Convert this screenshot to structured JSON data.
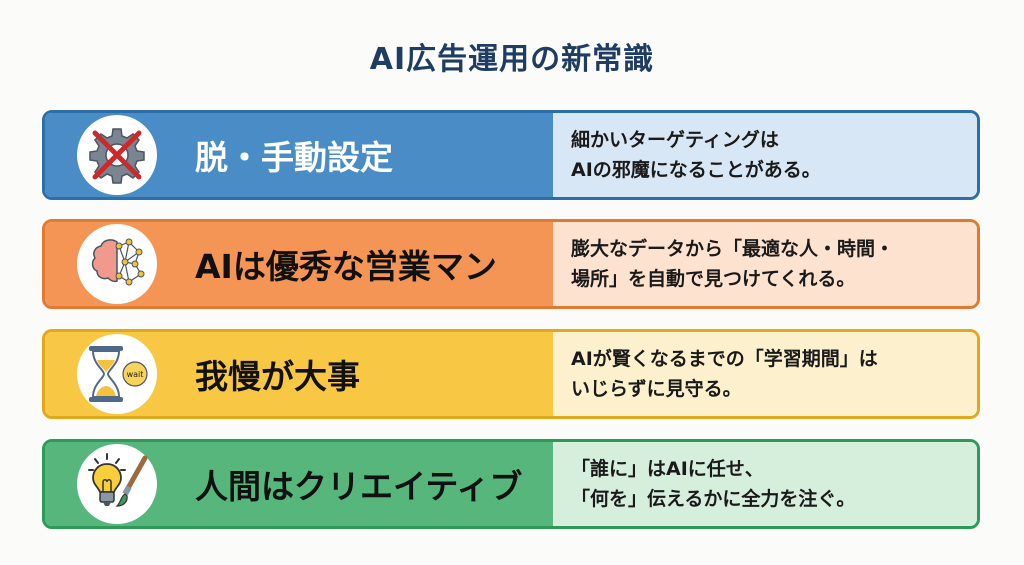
{
  "title": "AI広告運用の新常識",
  "cards": [
    {
      "heading": "脱・手動設定",
      "line1": "細かいターゲティングは",
      "line2": "AIの邪魔になることがある。",
      "icon": "crossed-gear-icon"
    },
    {
      "heading": "AIは優秀な営業マン",
      "line1": "膨大なデータから「最適な人・時間・",
      "line2": "場所」を自動で見つけてくれる。",
      "icon": "brain-network-icon"
    },
    {
      "heading": "我慢が大事",
      "line1": "AIが賢くなるまでの「学習期間」は",
      "line2": "いじらずに見守る。",
      "icon": "hourglass-icon",
      "badge": "wait"
    },
    {
      "heading": "人間はクリエイティブ",
      "line1": "「誰に」はAIに任せ、",
      "line2": "「何を」伝えるかに全力を注ぐ。",
      "icon": "lightbulb-brush-icon"
    }
  ]
}
